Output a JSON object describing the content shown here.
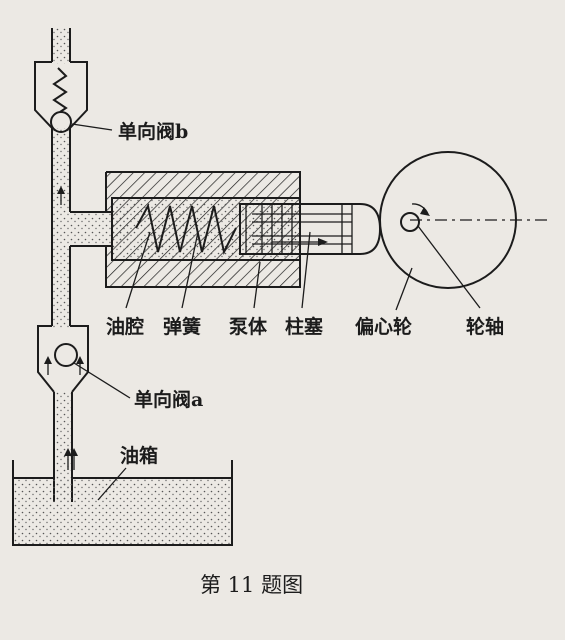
{
  "labels": {
    "valve_b": "单向阀b",
    "oil_chamber": "油腔",
    "spring": "弹簧",
    "pump_body": "泵体",
    "plunger": "柱塞",
    "eccentric_wheel": "偏心轮",
    "axle": "轮轴",
    "valve_a": "单向阀a",
    "oil_tank": "油箱"
  },
  "caption": "第 11 题图",
  "colors": {
    "ink": "#1c1c1c",
    "paper": "#ece9e4"
  }
}
